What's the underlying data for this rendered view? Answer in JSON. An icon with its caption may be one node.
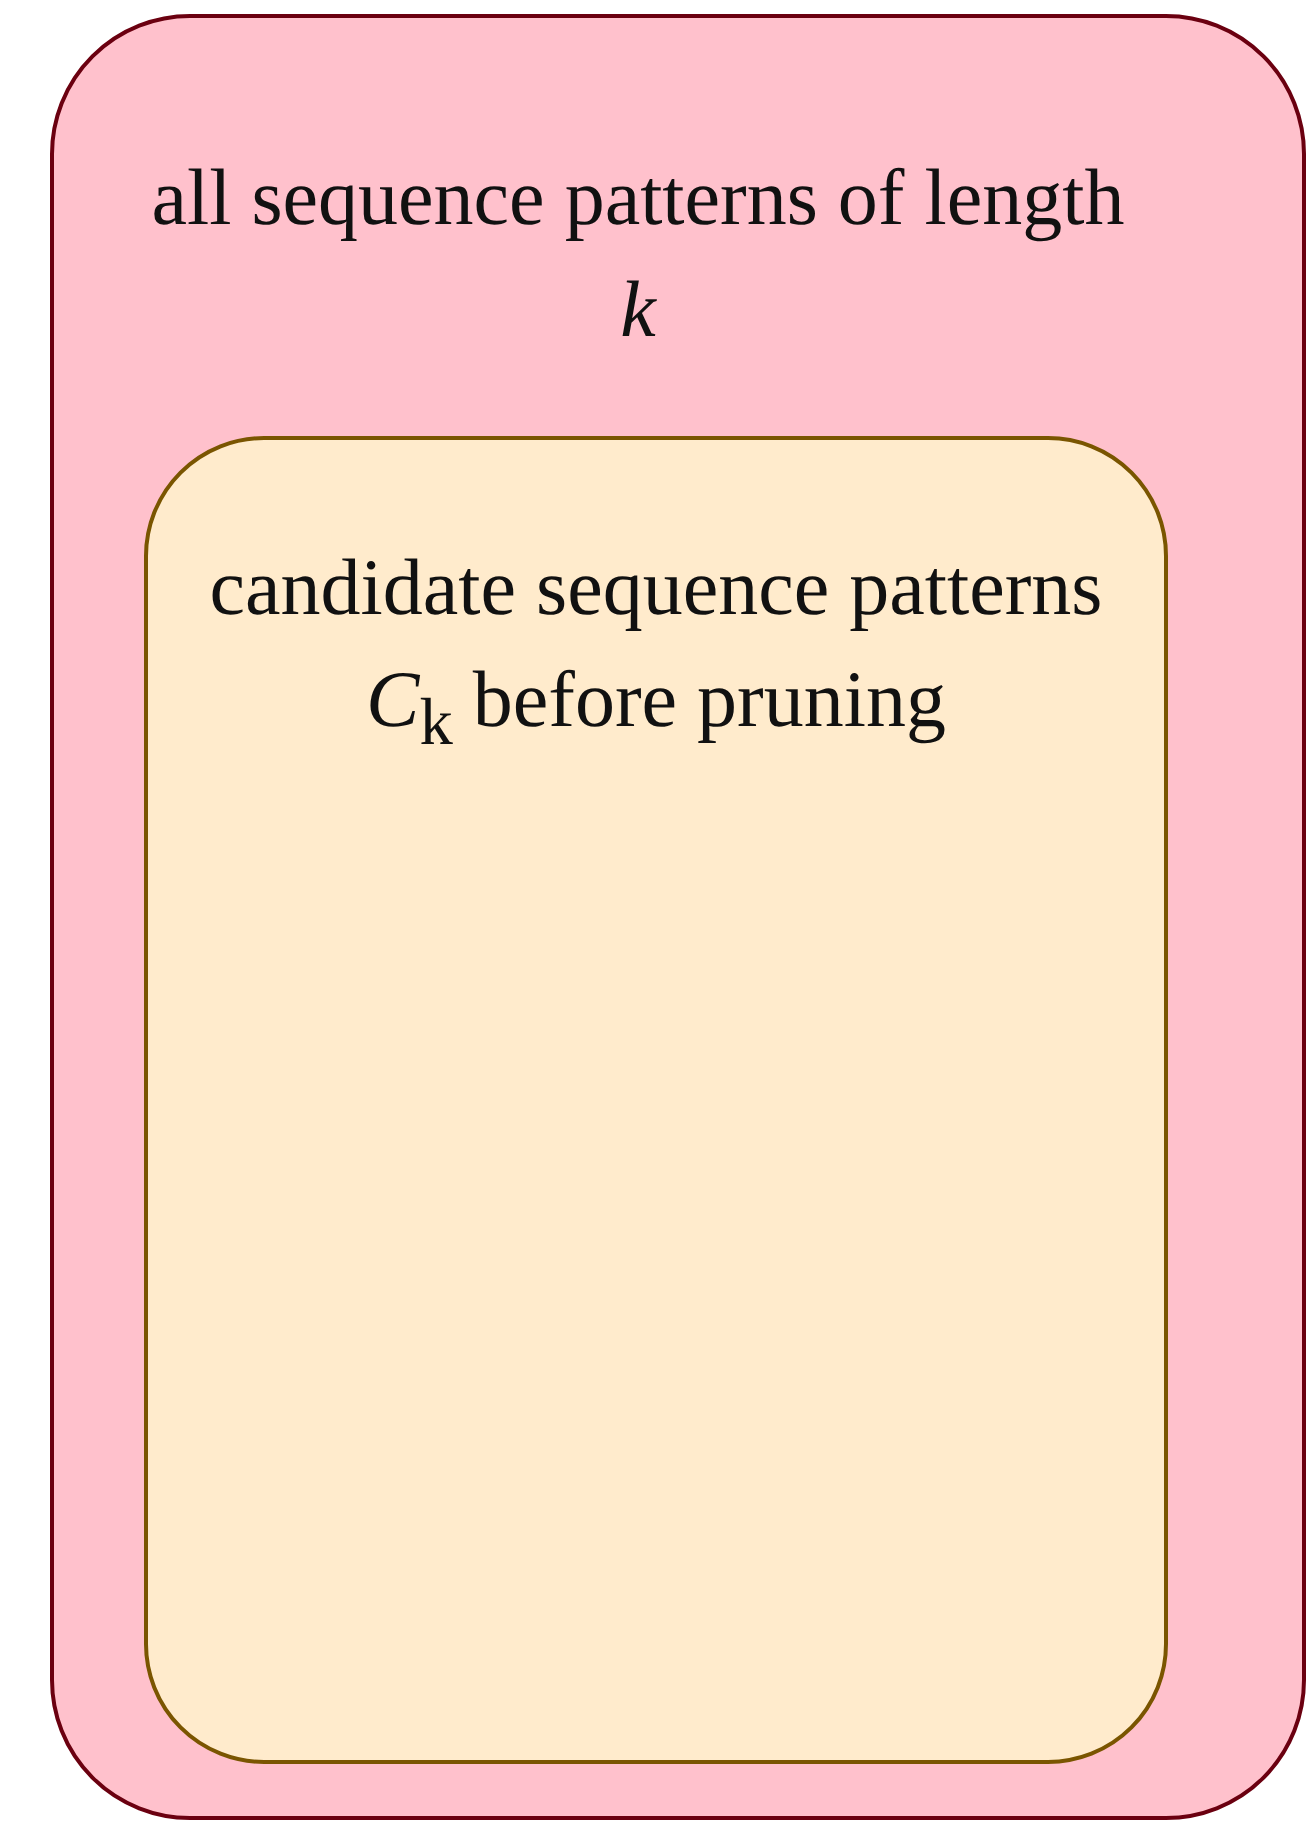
{
  "diagram": {
    "nodes": [
      {
        "text": [
          "all sequence patterns of length *k*"
        ]
      },
      {
        "text": [
          "candidate sequence patterns *C*$_{k}$ before pruning"
        ],
        "in": 0
      }
    ]
  }
}
